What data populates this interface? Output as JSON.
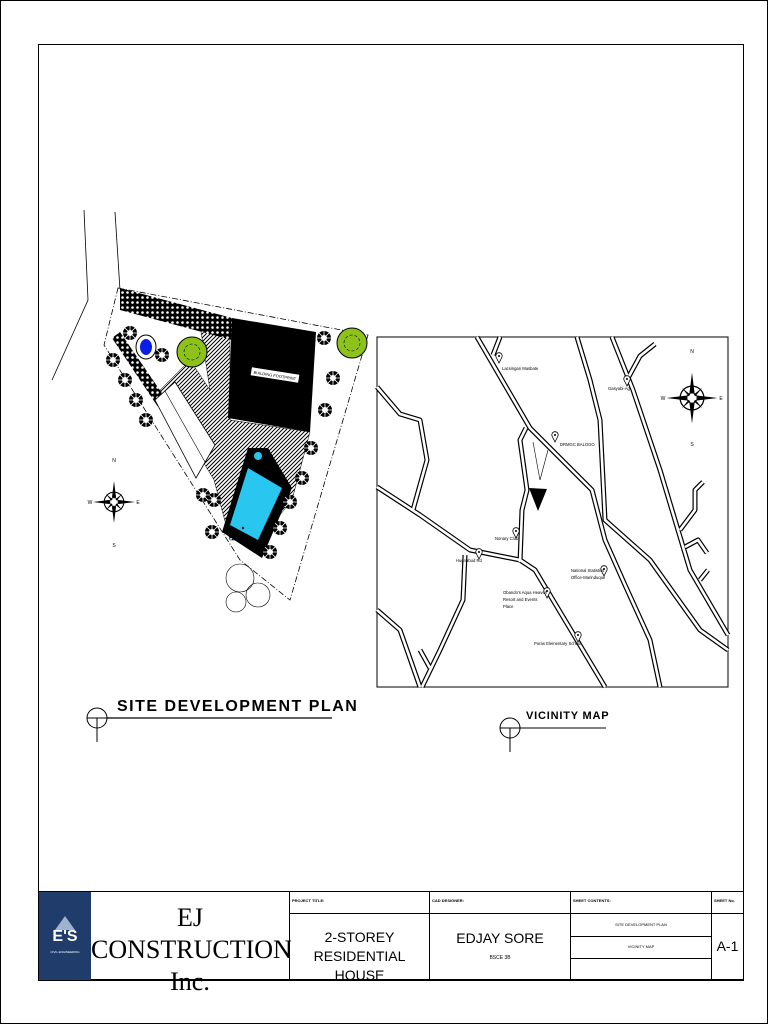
{
  "drawings": {
    "site_plan": {
      "title": "SITE DEVELOPMENT PLAN",
      "building_label": "BUILDING FOOTPRINT",
      "compass": {
        "n": "N",
        "s": "S",
        "e": "E",
        "w": "W"
      }
    },
    "vicinity_map": {
      "title": "VICINITY MAP",
      "compass": {
        "n": "N",
        "s": "S",
        "e": "E",
        "w": "W"
      },
      "places": [
        "Lacsingan Masbate",
        "DRMGC BALOGO",
        "Gasyabi-Ag",
        "Nonary Club",
        "Hugnabud Rd",
        "National Statistics",
        "Office-Marinduque",
        "Obando's Aqua Heaven",
        "Resort and Events",
        "Place",
        "Poras Elementary School"
      ]
    }
  },
  "title_block": {
    "logo_text": "E'S",
    "logo_subtext": "CIVIL ENGINEERING",
    "company_line1": "EJ CONSTRUCTION",
    "company_line2": "Inc.",
    "project_title_label": "PROJECT TITLE:",
    "project_title_line1": "2-STOREY RESIDENTIAL",
    "project_title_line2": "HOUSE",
    "cad_designer_label": "CAD DESIGNER:",
    "cad_designer": "EDJAY SORE",
    "designer_course": "BSCE 3B",
    "sheet_contents_label": "SHEET CONTENTS:",
    "sheet_contents": [
      "SITE DEVELOPMENT PLAN",
      "VICINITY MAP",
      ""
    ],
    "sheet_no_label": "SHEET No.",
    "sheet_no": "A-1"
  },
  "colors": {
    "pool": "#29c6f0",
    "fountain": "#0a1ee8",
    "tree": "#8cc21a",
    "logo_bg": "#1f3c6b"
  }
}
